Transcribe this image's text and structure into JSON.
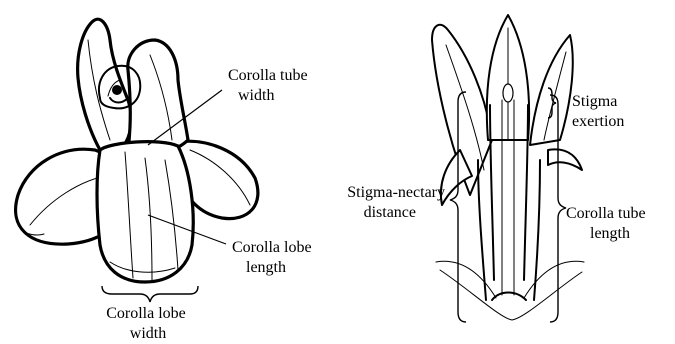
{
  "labels": {
    "corolla_tube_width_line1": "Corolla tube",
    "corolla_tube_width_line2": "width",
    "corolla_lobe_length_line1": "Corolla lobe",
    "corolla_lobe_length_line2": "length",
    "corolla_lobe_width_line1": "Corolla lobe",
    "corolla_lobe_width_line2": "width",
    "stigma_exertion_line1": "Stigma",
    "stigma_exertion_line2": "exertion",
    "stigma_nectary_line1": "Stigma-nectary",
    "stigma_nectary_line2": "distance",
    "corolla_tube_length_line1": "Corolla tube",
    "corolla_tube_length_line2": "length"
  }
}
